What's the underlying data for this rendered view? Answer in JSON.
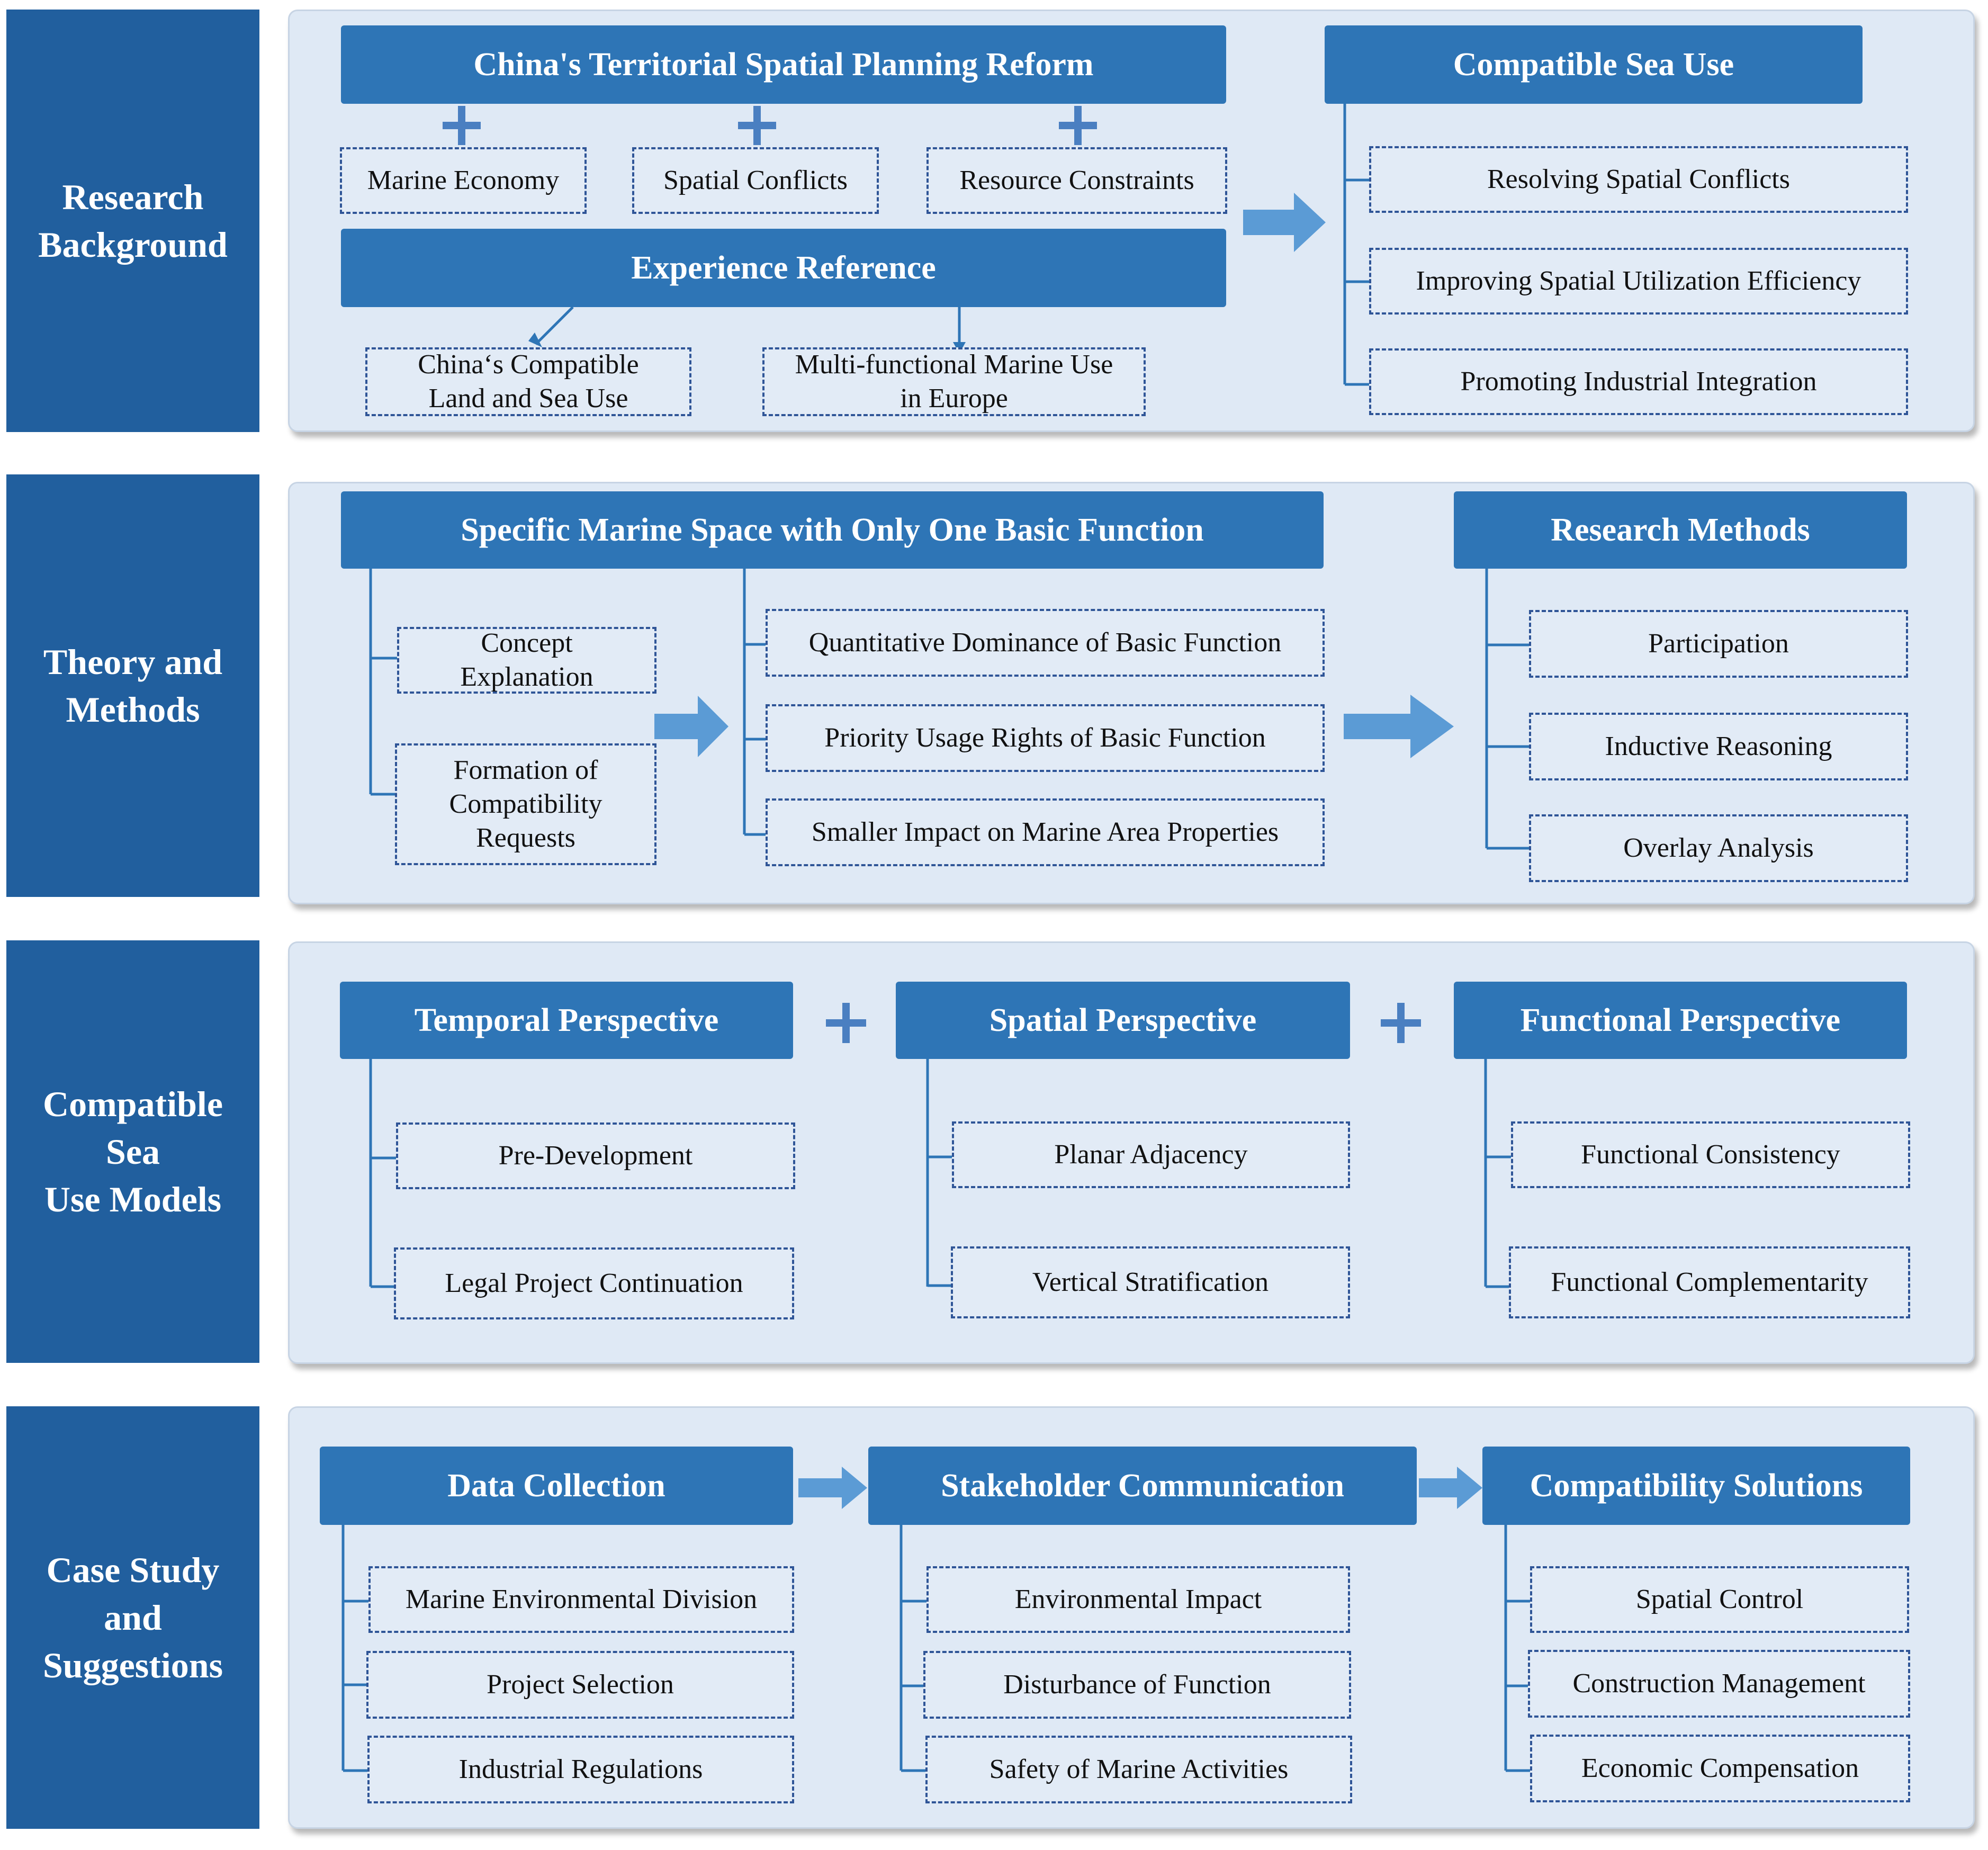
{
  "rows": [
    {
      "label": "Research\nBackground"
    },
    {
      "label": "Theory and\nMethods"
    },
    {
      "label": "Compatible\nSea\nUse Models"
    },
    {
      "label": "Case Study\nand\nSuggestions"
    }
  ],
  "bg": {
    "reform": "China's Territorial Spatial Planning Reform",
    "factors": [
      "Marine Economy",
      "Spatial Conflicts",
      "Resource Constraints"
    ],
    "experience": "Experience Reference",
    "refs": [
      "China‘s Compatible\nLand and Sea Use",
      "Multi-functional Marine Use\nin Europe"
    ],
    "compatible": "Compatible Sea Use",
    "goals": [
      "Resolving Spatial Conflicts",
      "Improving Spatial Utilization Efficiency",
      "Promoting Industrial Integration"
    ]
  },
  "theory": {
    "specific": "Specific Marine Space with Only One Basic Function",
    "concepts": [
      "Concept\nExplanation",
      "Formation of\nCompatibility\nRequests"
    ],
    "criteria": [
      "Quantitative Dominance of Basic Function",
      "Priority Usage Rights of Basic Function",
      "Smaller Impact on Marine Area Properties"
    ],
    "methods_title": "Research Methods",
    "methods": [
      "Participation",
      "Inductive Reasoning",
      "Overlay Analysis"
    ]
  },
  "models": {
    "temporal": "Temporal Perspective",
    "temporal_items": [
      "Pre-Development",
      "Legal Project Continuation"
    ],
    "spatial": "Spatial Perspective",
    "spatial_items": [
      "Planar Adjacency",
      "Vertical Stratification"
    ],
    "functional": "Functional Perspective",
    "functional_items": [
      "Functional Consistency",
      "Functional Complementarity"
    ]
  },
  "case": {
    "data": "Data Collection",
    "data_items": [
      "Marine Environmental Division",
      "Project Selection",
      "Industrial Regulations"
    ],
    "stakeholder": "Stakeholder Communication",
    "stakeholder_items": [
      "Environmental Impact",
      "Disturbance of Function",
      "Safety of Marine Activities"
    ],
    "solutions": "Compatibility Solutions",
    "solution_items": [
      "Spatial Control",
      "Construction Management",
      "Economic Compensation"
    ]
  },
  "colors": {
    "side": "#215f9e",
    "header": "#2e75b6",
    "panel": "#dfe9f5",
    "dash": "#2f5597",
    "arrow": "#5b9bd5"
  }
}
